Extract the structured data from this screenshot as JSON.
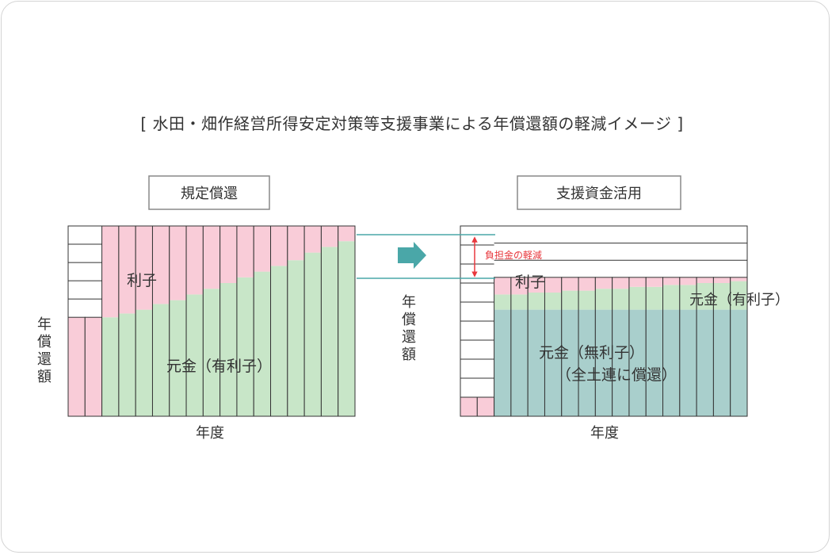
{
  "title": "[ 水田・畑作経営所得安定対策等支援事業による年償還額の軽減イメージ ]",
  "left_panel": {
    "button": "規定償還",
    "interest_label": "利子",
    "principal_label": "元金（有利子）",
    "x_label": "年度",
    "y_label": "年償還額"
  },
  "right_panel": {
    "button": "支援資金活用",
    "interest_label": "利子",
    "principal_interest_label": "元金（有利子）",
    "principal_free_label": "元金（無利子）",
    "principal_free_sub": "（全土連に償還）",
    "reduction_label": "負担金の軽減",
    "x_label": "年度",
    "y_label": "年償還額"
  },
  "colors": {
    "interest": "#f9ccd8",
    "principal": "#c8e6c8",
    "interest_free": "#a9cfcc",
    "outline": "#333333",
    "connector": "#4aa7a8",
    "arrow": "#4aa7a8",
    "reduction": "#e8383d"
  },
  "chart_data": [
    {
      "type": "bar",
      "stacked": true,
      "title": "規定償還",
      "xlabel": "年度",
      "ylabel": "年償還額",
      "bar_count": 17,
      "ylim": [
        0,
        10
      ],
      "series": [
        {
          "name": "元金（有利子）",
          "values": [
            0,
            0,
            5.2,
            5.4,
            5.6,
            5.9,
            6.1,
            6.4,
            6.7,
            7.0,
            7.3,
            7.6,
            7.9,
            8.2,
            8.6,
            8.9,
            9.2
          ]
        },
        {
          "name": "利子",
          "values": [
            5.2,
            5.2,
            4.8,
            4.6,
            4.4,
            4.1,
            3.9,
            3.6,
            3.3,
            3.0,
            2.7,
            2.4,
            2.1,
            1.8,
            1.4,
            1.1,
            0.8
          ]
        }
      ]
    },
    {
      "type": "bar",
      "stacked": true,
      "title": "支援資金活用",
      "xlabel": "年度",
      "ylabel": "年償還額",
      "bar_count": 17,
      "ylim": [
        0,
        10
      ],
      "series": [
        {
          "name": "元金（無利子）",
          "values": [
            0,
            0,
            5.6,
            5.6,
            5.6,
            5.6,
            5.6,
            5.6,
            5.6,
            5.6,
            5.6,
            5.6,
            5.6,
            5.6,
            5.6,
            5.6,
            5.6
          ]
        },
        {
          "name": "元金（有利子）",
          "values": [
            0,
            0,
            0.8,
            0.8,
            0.9,
            0.9,
            1.0,
            1.0,
            1.1,
            1.1,
            1.2,
            1.2,
            1.3,
            1.3,
            1.4,
            1.4,
            1.5
          ]
        },
        {
          "name": "利子",
          "values": [
            1.0,
            1.0,
            0.9,
            0.9,
            0.8,
            0.8,
            0.7,
            0.7,
            0.6,
            0.6,
            0.5,
            0.5,
            0.4,
            0.4,
            0.3,
            0.3,
            0.2
          ]
        }
      ]
    }
  ]
}
